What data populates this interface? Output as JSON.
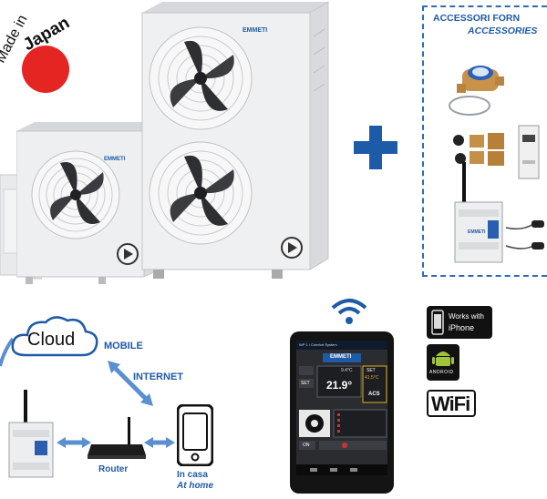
{
  "made_in_japan": {
    "made_in_text": "Made in",
    "japan_text": "Japan"
  },
  "brand": {
    "large_unit_logo": "EMMETI",
    "small_unit_logo": "EMMETI",
    "module_logo": "EMMETI"
  },
  "accessories": {
    "title": "ACCESSORI FORN",
    "subtitle": "ACCESSORIES"
  },
  "network": {
    "cloud_label": "Cloud",
    "mobile_label": "MOBILE",
    "internet_label": "INTERNET",
    "router_label": "Router",
    "home_label_it": "In casa",
    "home_label_en": "At home"
  },
  "tablet": {
    "header": "WP 1 / Comfort System",
    "logo": "EMMETI",
    "temp_room": "21.9°",
    "temp_small": "9.4°C",
    "temp_acs": "41.5°C",
    "acs_label": "ACS",
    "set_label": "SET",
    "set_label_2": "SET",
    "on_label": "ON"
  },
  "badges": {
    "iphone_line1": "Works with",
    "iphone_line2": "iPhone",
    "android_label": "ANDROID",
    "wifi_label": "WiFi"
  },
  "colors": {
    "brand_blue": "#1f5aa6",
    "arrow_blue": "#5b8fd0",
    "japan_red": "#e52521",
    "plus_blue": "#1d5ba8"
  }
}
